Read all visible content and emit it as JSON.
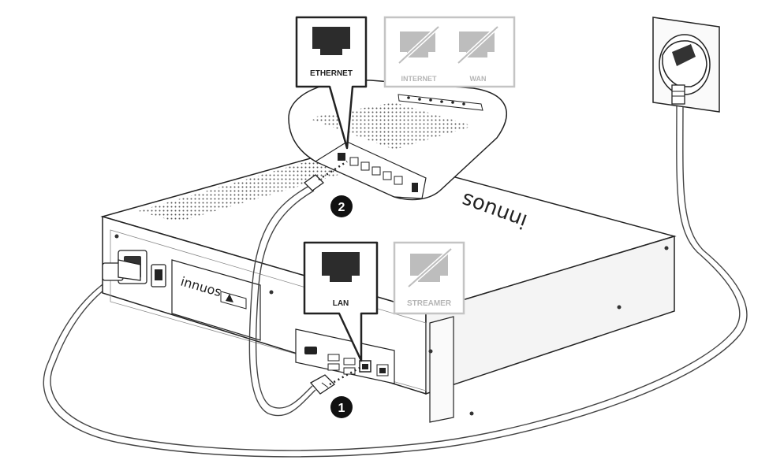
{
  "callouts": {
    "router_ports": {
      "active": "ETHERNET",
      "inactive": [
        "INTERNET",
        "WAN"
      ]
    },
    "server_ports": {
      "active": "LAN",
      "inactive": [
        "STREAMER"
      ]
    }
  },
  "steps": [
    "1",
    "2"
  ],
  "device": {
    "brand_front": "innuos",
    "brand_top": "innuos"
  },
  "icons": {
    "ethernet_port": "ethernet-port-icon",
    "disabled_port": "ethernet-port-crossed-icon",
    "power_plug": "wall-socket-icon"
  },
  "colors": {
    "outline": "#222222",
    "disabled": "#bdbdbd",
    "step_badge": "#111111",
    "body_fill": "#f7f7f7"
  }
}
